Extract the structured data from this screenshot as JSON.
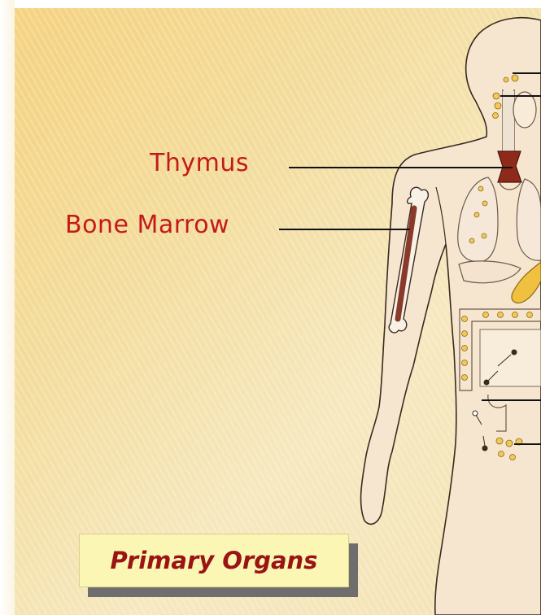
{
  "labels": {
    "thymus": "Thymus",
    "bone_marrow": "Bone Marrow"
  },
  "caption": "Primary Organs",
  "colors": {
    "label_red": "#c21a1a",
    "caption_text": "#9a1414",
    "caption_background": "#fbf6b4",
    "body_fill": "#f7e6cf",
    "background_gold": "#f3dc9c"
  }
}
